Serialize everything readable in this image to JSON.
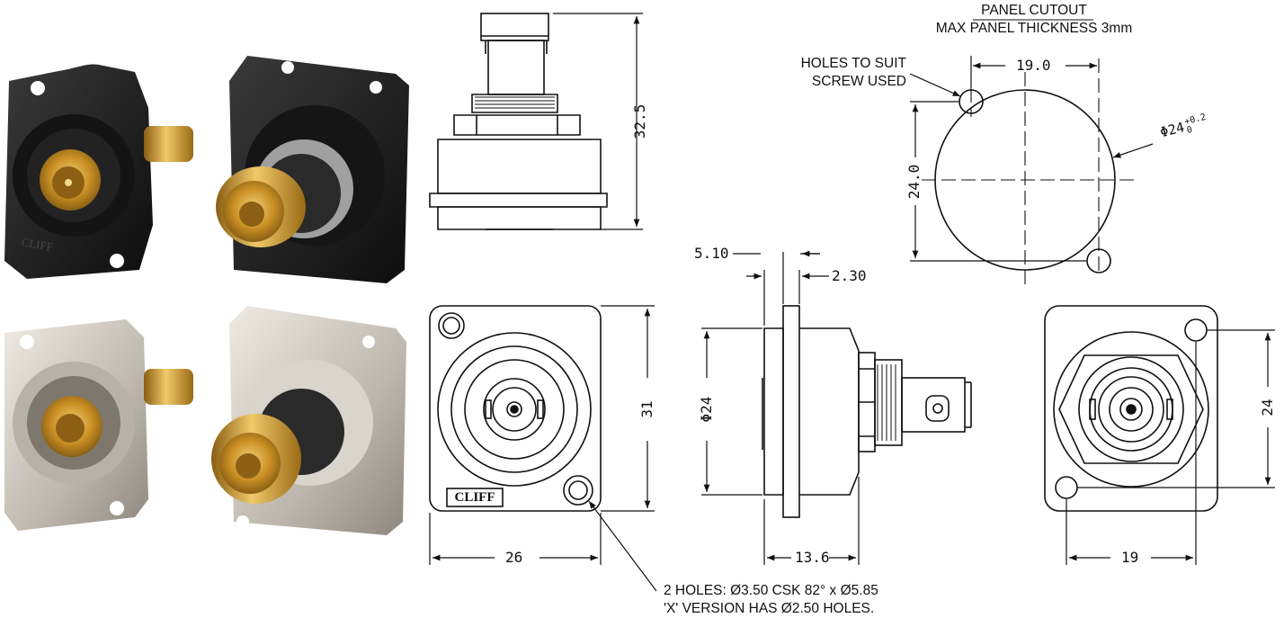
{
  "panel_cutout": {
    "title": "PANEL CUTOUT",
    "subtitle": "MAX PANEL THICKNESS 3mm",
    "holes_note_line1": "HOLES TO SUIT",
    "holes_note_line2": "SCREW USED",
    "width_dim": "19.0",
    "height_dim": "24.0",
    "diameter_dim": "Φ24",
    "tol_upper": "+0.2",
    "tol_lower": "0"
  },
  "side_view_top": {
    "height_dim": "32.5"
  },
  "side_view_profile": {
    "flange_dim": "5.10",
    "thickness_dim": "2.30",
    "diameter_dim": "Φ24",
    "depth_dim": "13.6"
  },
  "front_view": {
    "width_dim": "26",
    "height_dim": "31",
    "brand_marking": "CLIFF"
  },
  "rear_view": {
    "width_dim": "19",
    "height_dim": "24"
  },
  "holes_callout": {
    "line1": "2 HOLES: Ø3.50 CSK 82° x Ø5.85",
    "line2": "'X' VERSION HAS Ø2.50 HOLES."
  },
  "photos": {
    "black_front_marking": "CLIFF"
  },
  "colors": {
    "line": "#111111",
    "black_body": "#1c1c1c",
    "gold": "#d4a233",
    "nickel": "#c9c4bc"
  }
}
